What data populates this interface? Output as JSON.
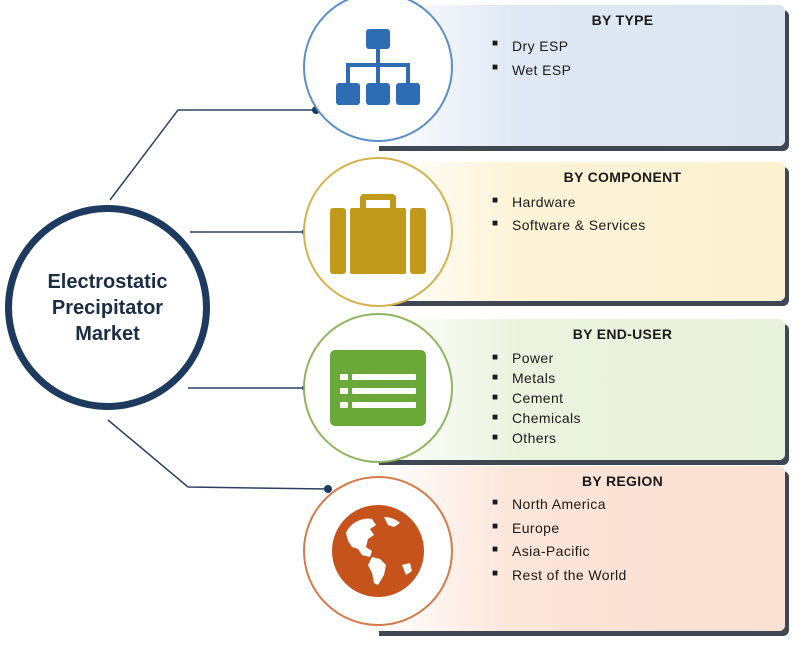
{
  "center": {
    "title": "Electrostatic\nPrecipitator\nMarket"
  },
  "segments": [
    {
      "title": "BY TYPE",
      "items": [
        "Dry ESP",
        "Wet ESP"
      ],
      "icon": "hierarchy-icon",
      "color": "#2e6db4"
    },
    {
      "title": "BY COMPONENT",
      "items": [
        "Hardware",
        "Software & Services"
      ],
      "icon": "briefcase-icon",
      "color": "#c19a1b"
    },
    {
      "title": "BY END-USER",
      "items": [
        "Power",
        "Metals",
        "Cement",
        "Chemicals",
        "Others"
      ],
      "icon": "list-document-icon",
      "color": "#6ba83a"
    },
    {
      "title": "BY REGION",
      "items": [
        "North America",
        "Europe",
        "Asia-Pacific",
        "Rest of the World"
      ],
      "icon": "globe-icon",
      "color": "#c5531b"
    }
  ],
  "colors": {
    "main_ring": "#1e3a5f",
    "connector": "#1e3a5f",
    "panel_shadow": "#3f4852"
  }
}
